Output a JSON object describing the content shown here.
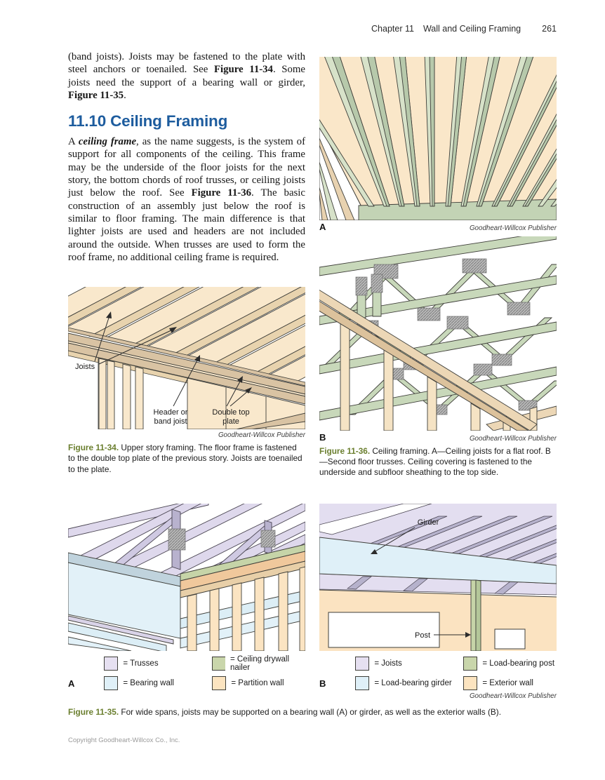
{
  "header": {
    "chapter": "Chapter 11",
    "title": "Wall and Ceiling Framing",
    "page_number": "261"
  },
  "intro": {
    "t1": "(band joists). Joists may be fastened to the plate with steel anchors or toenailed. See ",
    "b1": "Figure 11-34",
    "t2": ". Some joists need the support of a bearing wall or girder, ",
    "b2": "Figure 11-35",
    "t3": "."
  },
  "section": {
    "heading": "11.10 Ceiling Framing",
    "p": {
      "t1": "A ",
      "bi1": "ceiling frame",
      "t2": ", as the name suggests, is the system of support for all components of the ceiling. This frame may be the underside of the floor joists for the next story, the bottom chords of roof trusses, or ceiling joists just below the roof. See ",
      "b1": "Figure 11-36",
      "t3": ". The basic construction of an assembly just below the roof is similar to floor framing. The main difference is that lighter joists are used and headers are not included around the outside. When trusses are used to form the roof frame, no additional ceiling frame is required."
    }
  },
  "fig34": {
    "labels": {
      "joists": "Joists",
      "header1": "Header or",
      "header2": "band joist",
      "plate1": "Double top",
      "plate2": "plate"
    },
    "credit": "Goodheart-Willcox Publisher",
    "caption_label": "Figure 11-34.",
    "caption_text": "Upper story framing. The floor frame is fastened to the double top plate of the previous story. Joists are toenailed to the plate."
  },
  "fig36": {
    "panel_a_letter": "A",
    "panel_b_letter": "B",
    "credit_a": "Goodheart-Willcox Publisher",
    "credit_b": "Goodheart-Willcox Publisher",
    "caption_label": "Figure 11-36.",
    "caption_text": "Ceiling framing. A—Ceiling joists for a flat roof. B—Second floor trusses. Ceiling covering is fastened to the underside and subfloor sheathing to the top side."
  },
  "fig35": {
    "panel_a_letter": "A",
    "panel_b_letter": "B",
    "labels": {
      "girder": "Girder",
      "post": "Post"
    },
    "legend_a": [
      {
        "label": "= Trusses",
        "color": "#e6e0f1"
      },
      {
        "label": "= Ceiling drywall nailer",
        "color": "#c9d6ab"
      },
      {
        "label": "= Bearing wall",
        "color": "#dff0f8"
      },
      {
        "label": "= Partition wall",
        "color": "#fce4c0"
      }
    ],
    "legend_b": [
      {
        "label": "= Joists",
        "color": "#e6e0f1"
      },
      {
        "label": "= Load-bearing post",
        "color": "#c9d6ab"
      },
      {
        "label": "= Load-bearing girder",
        "color": "#dff0f8"
      },
      {
        "label": "= Exterior wall",
        "color": "#fce4c0"
      }
    ],
    "credit": "Goodheart-Willcox Publisher",
    "caption_label": "Figure 11-35.",
    "caption_text": "For wide spans, joists may be supported on a bearing wall (A) or girder, as well as the exterior walls (B)."
  },
  "copyright": "Copyright Goodheart-Willcox Co., Inc.",
  "colors": {
    "heading_blue": "#1d5c9e",
    "caption_green": "#6b7f2f",
    "wood_peach": "#f9e8cc",
    "wood_tan": "#d9c3a3",
    "joist_green": "#d7e2c9",
    "truss_green": "#c8d8ba",
    "truss_lavender": "#ded8ec",
    "bearing_blue": "#e2f1f8"
  }
}
